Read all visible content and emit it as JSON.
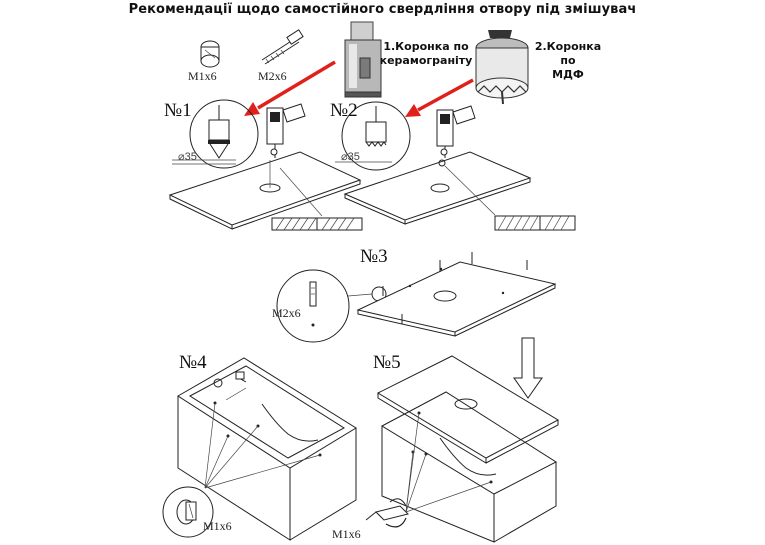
{
  "header": {
    "title": "Рекомендації щодо самостійного свердління отвору під змішувач"
  },
  "callouts": {
    "ceramic_bit": [
      "1.Коронка по",
      "керамограніту"
    ],
    "mdf_bit": [
      "2.Коронка по",
      "МДФ"
    ]
  },
  "hardware": {
    "cam_label": "M1x6",
    "dowel_label": "M2x6"
  },
  "steps": {
    "step1": "№1",
    "step2": "№2",
    "step3": "№3",
    "step4": "№4",
    "step5": "№5"
  },
  "dimensions": {
    "hole_diameter_1": "⌀35",
    "hole_diameter_2": "⌀35"
  },
  "step_labels": {
    "step3_hw": "M2x6",
    "step4_hw": "M1x6",
    "step5_hw": "M1x6"
  },
  "colors": {
    "arrow": "#e0201a",
    "line": "#222222"
  }
}
